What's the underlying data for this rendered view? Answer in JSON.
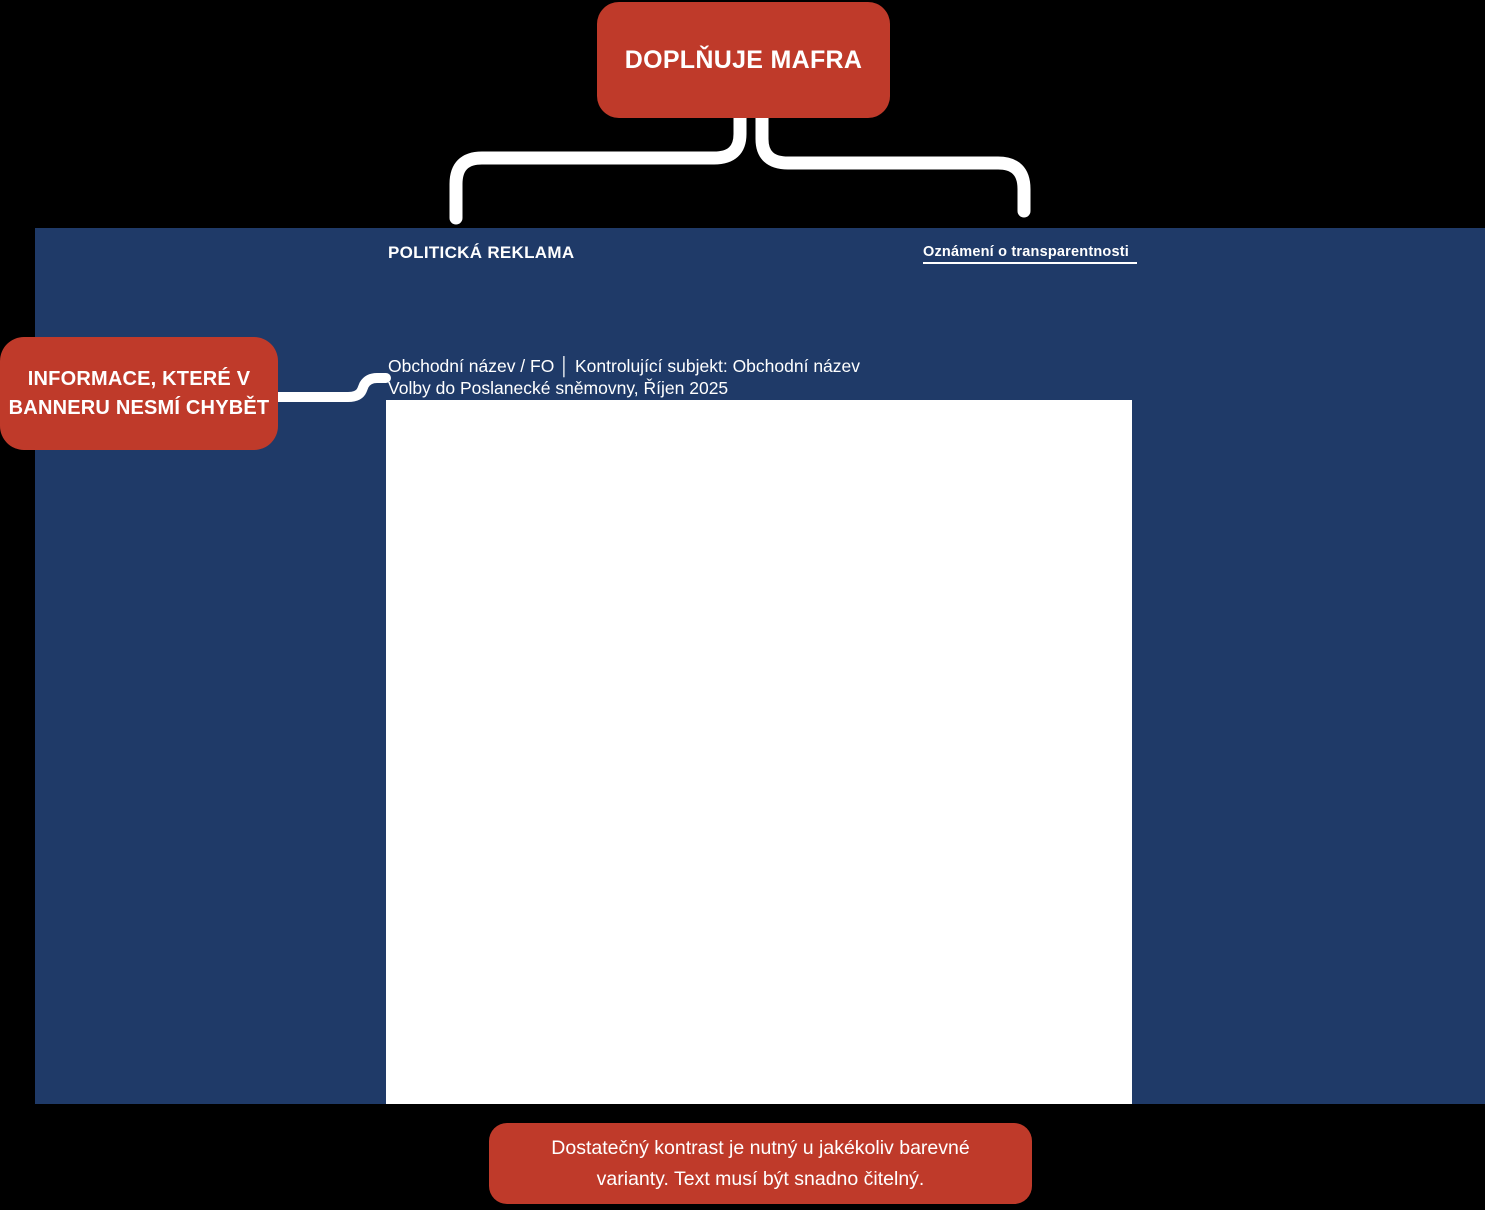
{
  "colors": {
    "accent_red": "#BF3A2A",
    "banner_blue": "#1F3A68",
    "line_white": "#FFFFFF",
    "background_black": "#000000"
  },
  "top_callout": {
    "label": "DOPLŇUJE MAFRA"
  },
  "left_callout": {
    "line1": "INFORMACE, KTERÉ V",
    "line2": "BANNERU NESMÍ CHYBĚT"
  },
  "bottom_callout": {
    "line1": "Dostatečný kontrast je nutný u jakékoliv barevné",
    "line2": "varianty. Text musí být snadno čitelný."
  },
  "banner": {
    "ad_label": "POLITICKÁ REKLAMA",
    "transparency_link": "Oznámení o transparentnosti",
    "sponsor_line": "Obchodní název / FO │ Kontrolující subjekt: Obchodní název",
    "election_line": "Volby do Poslanecké sněmovny, Říjen 2025"
  }
}
